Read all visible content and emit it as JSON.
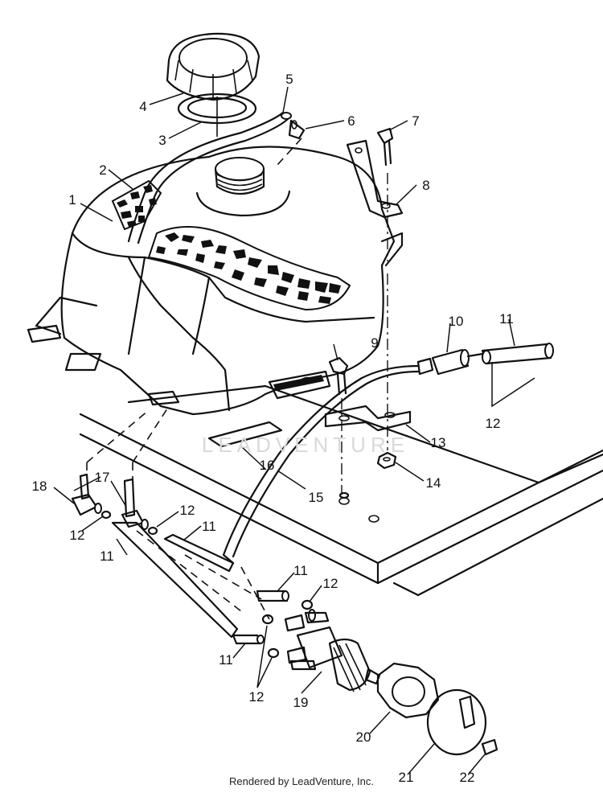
{
  "diagram": {
    "callouts": [
      "1",
      "2",
      "3",
      "4",
      "5",
      "6",
      "7",
      "8",
      "9",
      "10",
      "11",
      "12",
      "13",
      "14",
      "15",
      "16",
      "17",
      "18",
      "11",
      "12",
      "12",
      "11",
      "11",
      "12",
      "11",
      "12",
      "19",
      "20",
      "21",
      "22"
    ]
  },
  "watermark": "LEADVENTURE",
  "footer": {
    "credit": "Rendered by LeadVenture, Inc."
  }
}
